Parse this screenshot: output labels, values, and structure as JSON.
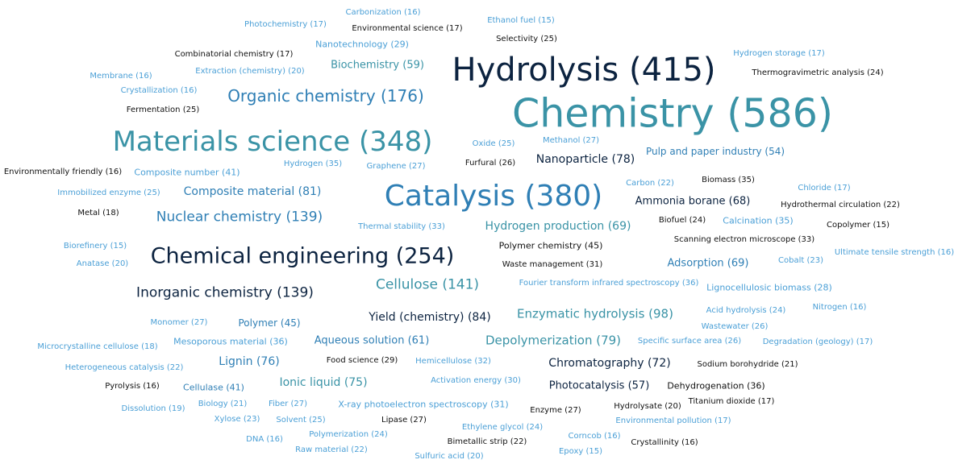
{
  "words": [
    {
      "text": "Photochemistry (17)",
      "color": "light"
    },
    {
      "text": "Carbonization (16)",
      "color": "light"
    },
    {
      "text": "Ethanol fuel (15)",
      "color": "light"
    },
    {
      "text": "Environmental science (17)",
      "color": "black"
    },
    {
      "text": "Selectivity (25)",
      "color": "black"
    },
    {
      "text": "Nanotechnology (29)",
      "color": "light"
    },
    {
      "text": "Combinatorial chemistry (17)",
      "color": "black"
    },
    {
      "text": "Biochemistry (59)",
      "color": "teal"
    },
    {
      "text": "Hydrogen storage (17)",
      "color": "light"
    },
    {
      "text": "Hydrolysis (415)",
      "color": "dark"
    },
    {
      "text": "Membrane (16)",
      "color": "light"
    },
    {
      "text": "Extraction (chemistry) (20)",
      "color": "light"
    },
    {
      "text": "Thermogravimetric analysis (24)",
      "color": "black"
    },
    {
      "text": "Crystallization (16)",
      "color": "light"
    },
    {
      "text": "Organic chemistry (176)",
      "color": "blue"
    },
    {
      "text": "Fermentation (25)",
      "color": "black"
    },
    {
      "text": "Chemistry (586)",
      "color": "teal"
    },
    {
      "text": "Materials science (348)",
      "color": "teal"
    },
    {
      "text": "Oxide (25)",
      "color": "light"
    },
    {
      "text": "Methanol (27)",
      "color": "light"
    },
    {
      "text": "Pulp and paper industry (54)",
      "color": "blue"
    },
    {
      "text": "Hydrogen (35)",
      "color": "light"
    },
    {
      "text": "Graphene (27)",
      "color": "light"
    },
    {
      "text": "Furfural (26)",
      "color": "black"
    },
    {
      "text": "Nanoparticle (78)",
      "color": "dark"
    },
    {
      "text": "Environmentally friendly (16)",
      "color": "black"
    },
    {
      "text": "Composite number (41)",
      "color": "light"
    },
    {
      "text": "Carbon (22)",
      "color": "light"
    },
    {
      "text": "Biomass (35)",
      "color": "black"
    },
    {
      "text": "Chloride (17)",
      "color": "light"
    },
    {
      "text": "Immobilized enzyme (25)",
      "color": "light"
    },
    {
      "text": "Composite material (81)",
      "color": "blue"
    },
    {
      "text": "Catalysis (380)",
      "color": "blue"
    },
    {
      "text": "Ammonia borane (68)",
      "color": "dark"
    },
    {
      "text": "Hydrothermal circulation (22)",
      "color": "black"
    },
    {
      "text": "Metal (18)",
      "color": "black"
    },
    {
      "text": "Nuclear chemistry (139)",
      "color": "blue"
    },
    {
      "text": "Thermal stability (33)",
      "color": "light"
    },
    {
      "text": "Hydrogen production (69)",
      "color": "teal"
    },
    {
      "text": "Biofuel (24)",
      "color": "black"
    },
    {
      "text": "Calcination (35)",
      "color": "light"
    },
    {
      "text": "Copolymer (15)",
      "color": "black"
    },
    {
      "text": "Scanning electron microscope (33)",
      "color": "black"
    },
    {
      "text": "Biorefinery (15)",
      "color": "light"
    },
    {
      "text": "Polymer chemistry (45)",
      "color": "black"
    },
    {
      "text": "Chemical engineering (254)",
      "color": "dark"
    },
    {
      "text": "Ultimate tensile strength (16)",
      "color": "light"
    },
    {
      "text": "Anatase (20)",
      "color": "light"
    },
    {
      "text": "Waste management (31)",
      "color": "black"
    },
    {
      "text": "Adsorption (69)",
      "color": "blue"
    },
    {
      "text": "Cobalt (23)",
      "color": "light"
    },
    {
      "text": "Cellulose (141)",
      "color": "teal"
    },
    {
      "text": "Fourier transform infrared spectroscopy (36)",
      "color": "light"
    },
    {
      "text": "Inorganic chemistry (139)",
      "color": "dark"
    },
    {
      "text": "Lignocellulosic biomass (28)",
      "color": "light"
    },
    {
      "text": "Enzymatic hydrolysis (98)",
      "color": "teal"
    },
    {
      "text": "Acid hydrolysis (24)",
      "color": "light"
    },
    {
      "text": "Nitrogen (16)",
      "color": "light"
    },
    {
      "text": "Yield (chemistry) (84)",
      "color": "dark"
    },
    {
      "text": "Monomer (27)",
      "color": "light"
    },
    {
      "text": "Polymer (45)",
      "color": "blue"
    },
    {
      "text": "Wastewater (26)",
      "color": "light"
    },
    {
      "text": "Mesoporous material (36)",
      "color": "light"
    },
    {
      "text": "Aqueous solution (61)",
      "color": "blue"
    },
    {
      "text": "Depolymerization (79)",
      "color": "teal"
    },
    {
      "text": "Specific surface area (26)",
      "color": "light"
    },
    {
      "text": "Degradation (geology) (17)",
      "color": "light"
    },
    {
      "text": "Microcrystalline cellulose (18)",
      "color": "light"
    },
    {
      "text": "Lignin (76)",
      "color": "blue"
    },
    {
      "text": "Food science (29)",
      "color": "black"
    },
    {
      "text": "Hemicellulose (32)",
      "color": "light"
    },
    {
      "text": "Chromatography (72)",
      "color": "dark"
    },
    {
      "text": "Sodium borohydride (21)",
      "color": "black"
    },
    {
      "text": "Heterogeneous catalysis (22)",
      "color": "light"
    },
    {
      "text": "Ionic liquid (75)",
      "color": "teal"
    },
    {
      "text": "Activation energy (30)",
      "color": "light"
    },
    {
      "text": "Photocatalysis (57)",
      "color": "dark"
    },
    {
      "text": "Dehydrogenation (36)",
      "color": "black"
    },
    {
      "text": "Pyrolysis (16)",
      "color": "black"
    },
    {
      "text": "Cellulase (41)",
      "color": "blue"
    },
    {
      "text": "Titanium dioxide (17)",
      "color": "black"
    },
    {
      "text": "Biology (21)",
      "color": "light"
    },
    {
      "text": "Fiber (27)",
      "color": "light"
    },
    {
      "text": "X-ray photoelectron spectroscopy (31)",
      "color": "light"
    },
    {
      "text": "Hydrolysate (20)",
      "color": "black"
    },
    {
      "text": "Dissolution (19)",
      "color": "light"
    },
    {
      "text": "Enzyme (27)",
      "color": "black"
    },
    {
      "text": "Environmental pollution (17)",
      "color": "light"
    },
    {
      "text": "Xylose (23)",
      "color": "light"
    },
    {
      "text": "Solvent (25)",
      "color": "light"
    },
    {
      "text": "Lipase (27)",
      "color": "black"
    },
    {
      "text": "Ethylene glycol (24)",
      "color": "light"
    },
    {
      "text": "DNA (16)",
      "color": "light"
    },
    {
      "text": "Polymerization (24)",
      "color": "light"
    },
    {
      "text": "Corncob (16)",
      "color": "light"
    },
    {
      "text": "Bimetallic strip (22)",
      "color": "black"
    },
    {
      "text": "Crystallinity (16)",
      "color": "black"
    },
    {
      "text": "Raw material (22)",
      "color": "light"
    },
    {
      "text": "Sulfuric acid (20)",
      "color": "light"
    },
    {
      "text": "Epoxy (15)",
      "color": "light"
    }
  ]
}
